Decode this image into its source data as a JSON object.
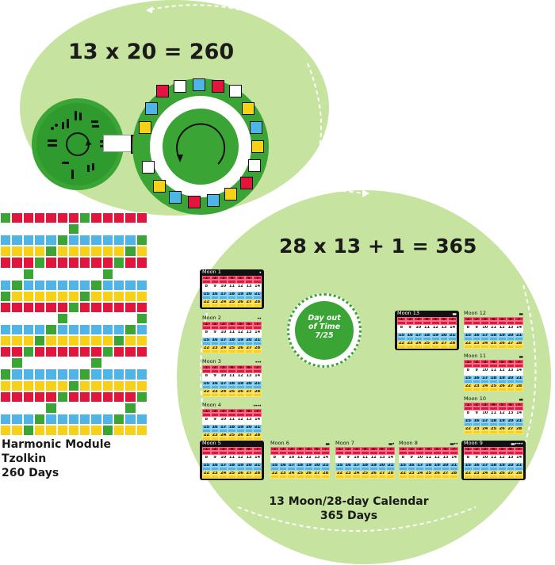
{
  "top_equation": "13 x 20 = 260",
  "bottom_equation": "28 x 13 + 1 = 365",
  "day_out_of_time": {
    "line1": "Day out",
    "line2": "of Time",
    "line3": "7/25"
  },
  "harmonic_caption": {
    "line1": "Harmonic Module",
    "line2": "Tzolkin",
    "line3": "260 Days"
  },
  "calendar_caption": {
    "line1": "13 Moon/28-day Calendar",
    "line2": "365 Days"
  },
  "moons": [
    {
      "label": "Moon 1",
      "mark": "•"
    },
    {
      "label": "Moon 2",
      "mark": "••"
    },
    {
      "label": "Moon 3",
      "mark": "•••"
    },
    {
      "label": "Moon 4",
      "mark": "••••"
    },
    {
      "label": "Moon 5",
      "mark": ""
    },
    {
      "label": "Moon 6",
      "mark": "▬"
    },
    {
      "label": "Moon 7",
      "mark": "▬•"
    },
    {
      "label": "Moon 8",
      "mark": "▬••"
    },
    {
      "label": "Moon 9",
      "mark": "▬••••"
    },
    {
      "label": "Moon 10",
      "mark": "▬"
    },
    {
      "label": "Moon 11",
      "mark": "▬"
    },
    {
      "label": "Moon 12",
      "mark": "▬"
    },
    {
      "label": "Moon 13",
      "mark": "▬"
    }
  ],
  "moon_rows": [
    [
      "1",
      "2",
      "3",
      "4",
      "5",
      "6",
      "7"
    ],
    [
      "8",
      "9",
      "10",
      "11",
      "12",
      "13",
      "14"
    ],
    [
      "15",
      "16",
      "17",
      "18",
      "19",
      "20",
      "21"
    ],
    [
      "22",
      "23",
      "24",
      "25",
      "26",
      "27",
      "28"
    ]
  ],
  "colors": {
    "green_circle": "#c6e3a0",
    "dark_green": "#3aa535",
    "red": "#e2163c",
    "white": "#ffffff",
    "blue": "#4fb4e6",
    "yellow": "#f7d117",
    "black": "#111111"
  }
}
